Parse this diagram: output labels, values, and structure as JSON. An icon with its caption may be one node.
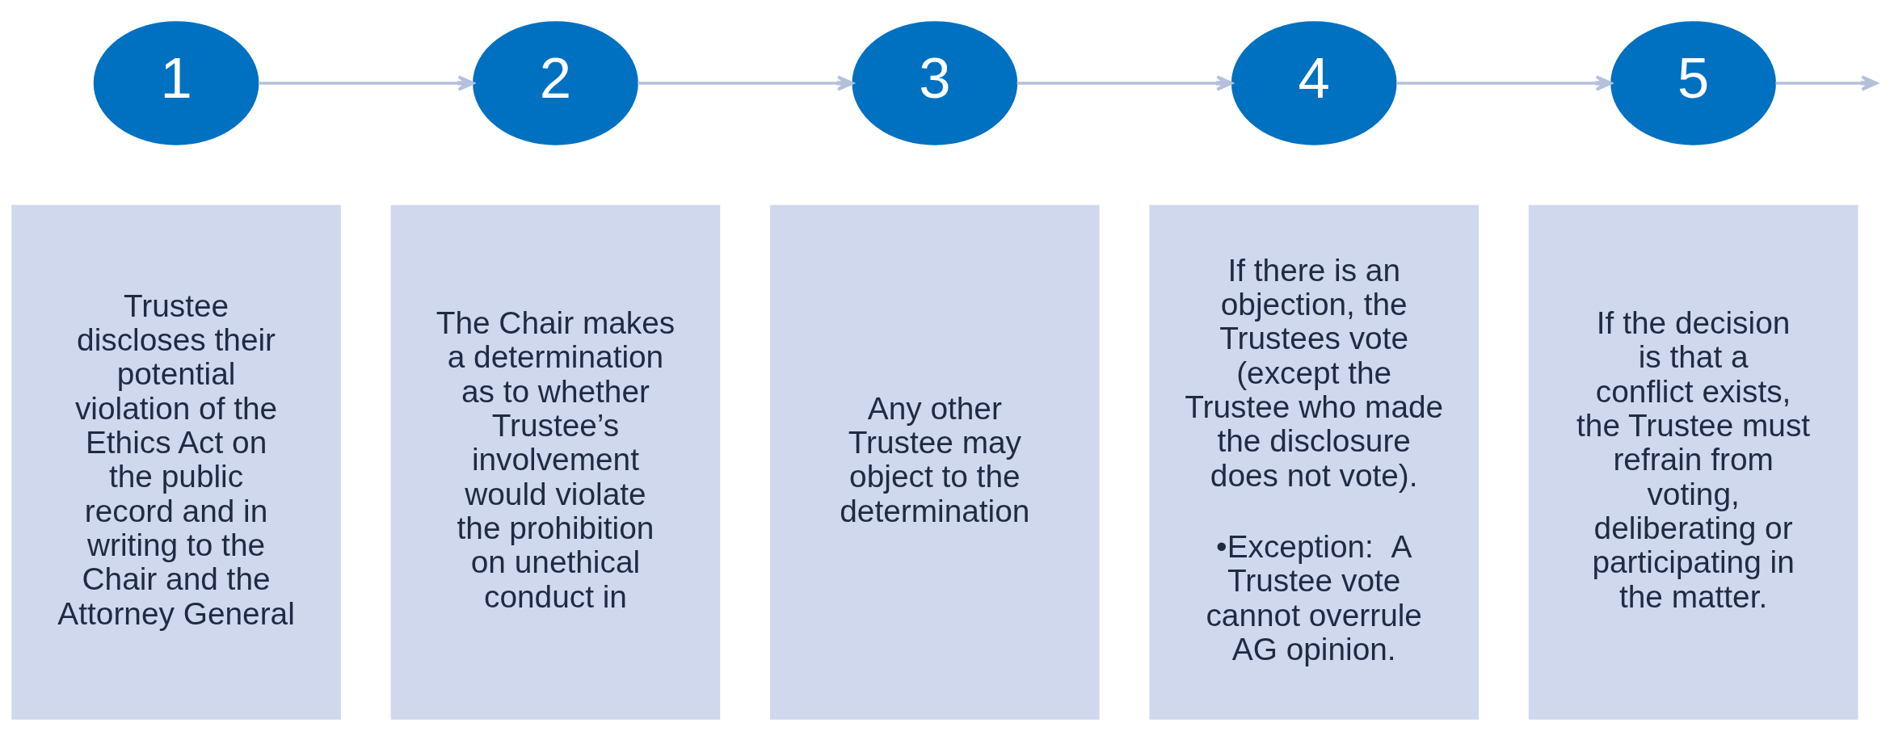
{
  "diagram": {
    "nodes": [
      {
        "text": [
          "1"
        ]
      },
      {
        "text": [
          "2"
        ]
      },
      {
        "text": [
          "3"
        ]
      },
      {
        "text": [
          "4"
        ]
      },
      {
        "text": [
          "5"
        ]
      },
      {
        "text": [
          "Trustee discloses their potential violation of the Ethics Act on the public record and in writing to the Chair and the Attorney General"
        ]
      },
      {
        "text": [
          "The Chair makes a determination as to whether Trustee’s involvement would violate the prohibition on unethical conduct in"
        ]
      },
      {
        "text": [
          "Any other Trustee may object to the determination"
        ]
      },
      {
        "text": [
          "If there is an objection, the Trustees vote (except the Trustee who made the disclosure does not vote).",
          "•Exception:  A Trustee vote cannot overrule AG opinion."
        ]
      },
      {
        "text": [
          "If the decision is that a conflict exists, the Trustee must refrain from voting, deliberating or participating in the matter."
        ]
      }
    ],
    "edges": [
      {
        "from": 0,
        "to": 1,
        "arrow": "to"
      },
      {
        "from": 1,
        "to": 2,
        "arrow": "to"
      },
      {
        "from": 2,
        "to": 3,
        "arrow": "to"
      },
      {
        "from": 3,
        "to": 4,
        "arrow": "to"
      },
      {
        "from": 4,
        "to": null,
        "arrow": "to"
      }
    ]
  }
}
